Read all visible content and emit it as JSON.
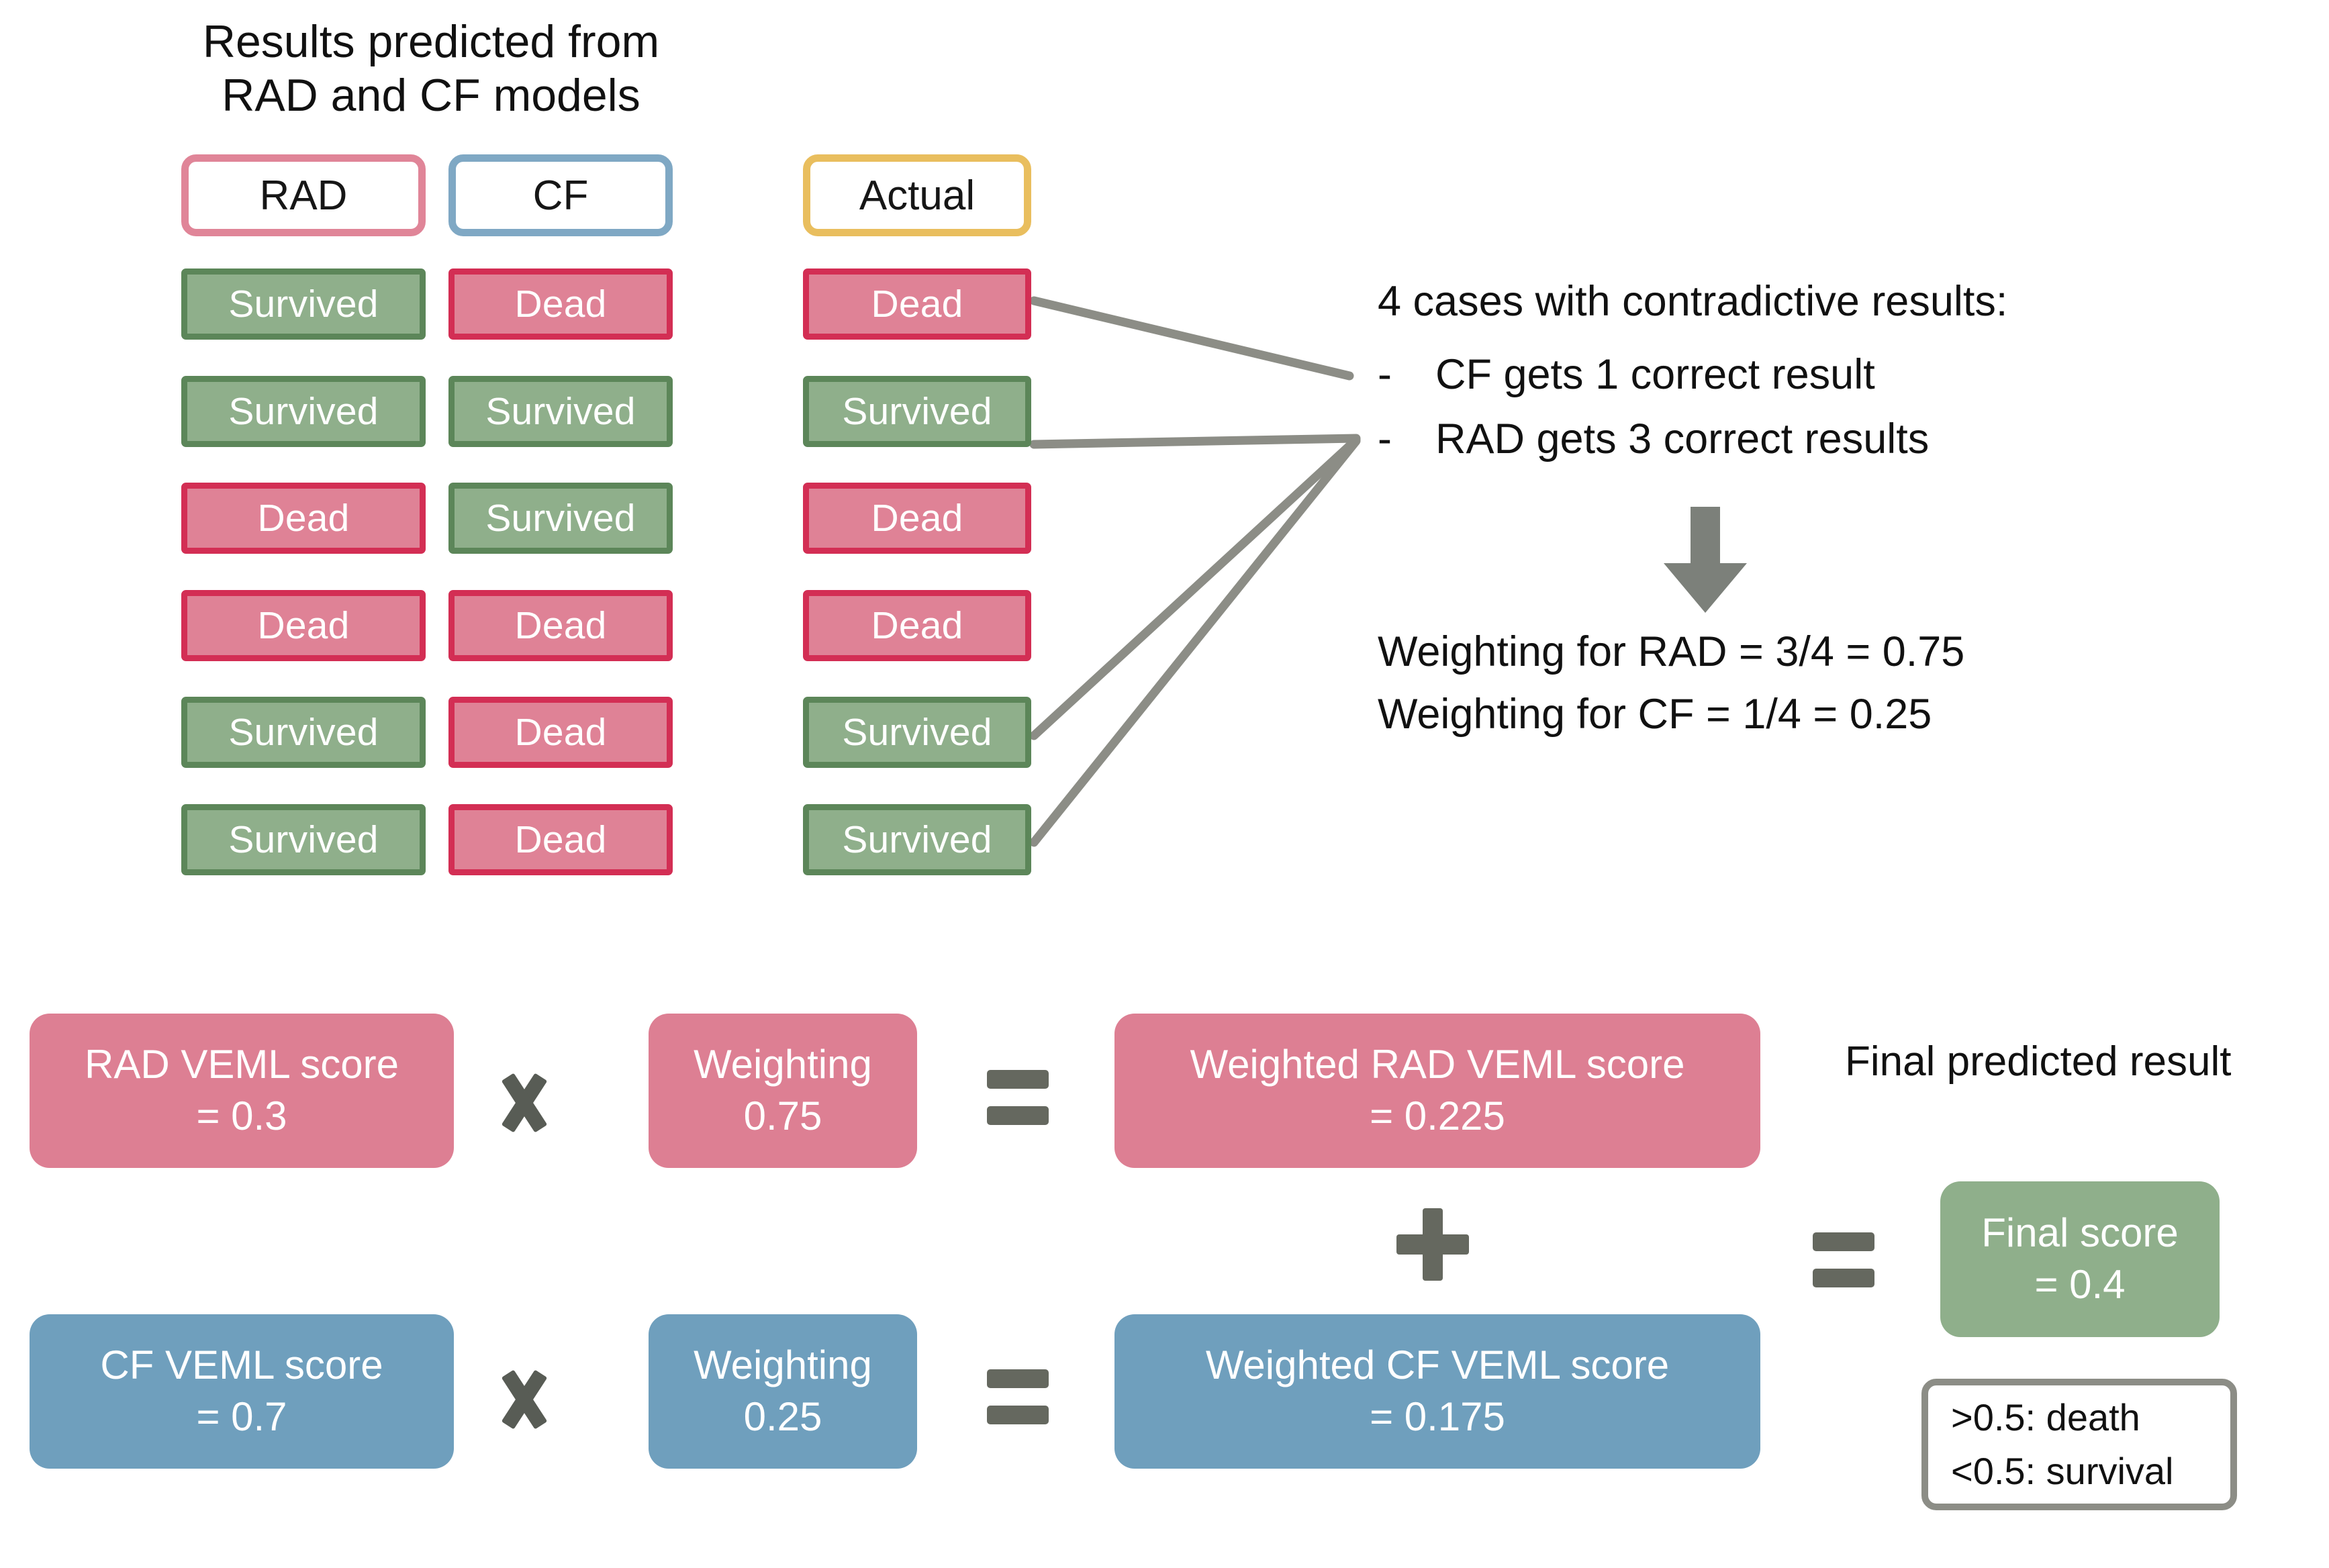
{
  "title": {
    "line1": "Results predicted from",
    "line2": "RAD and CF models"
  },
  "table": {
    "headers": [
      "RAD",
      "CF",
      "Actual"
    ],
    "rows": [
      {
        "rad": "Survived",
        "cf": "Dead",
        "actual": "Dead"
      },
      {
        "rad": "Survived",
        "cf": "Survived",
        "actual": "Survived"
      },
      {
        "rad": "Dead",
        "cf": "Survived",
        "actual": "Dead"
      },
      {
        "rad": "Dead",
        "cf": "Dead",
        "actual": "Dead"
      },
      {
        "rad": "Survived",
        "cf": "Dead",
        "actual": "Survived"
      },
      {
        "rad": "Survived",
        "cf": "Dead",
        "actual": "Survived"
      }
    ]
  },
  "notes": {
    "heading": "4 cases with contradictive results:",
    "bullet_marker": "-",
    "bullet1": "CF gets 1 correct result",
    "bullet2": "RAD gets 3 correct results",
    "weight_rad": "Weighting for RAD = 3/4 = 0.75",
    "weight_cf": "Weighting for CF = 1/4 = 0.25"
  },
  "equations": {
    "rad_row": {
      "score_l1": "RAD VEML score",
      "score_l2": "= 0.3",
      "times": "×",
      "weight_l1": "Weighting",
      "weight_l2": "0.75",
      "equals": "=",
      "weighted_l1": "Weighted RAD VEML score",
      "weighted_l2": "= 0.225"
    },
    "plus": "+",
    "cf_row": {
      "score_l1": "CF VEML score",
      "score_l2": "= 0.7",
      "times": "×",
      "weight_l1": "Weighting",
      "weight_l2": "0.25",
      "equals": "=",
      "weighted_l1": "Weighted CF VEML score",
      "weighted_l2": "= 0.175"
    },
    "final": {
      "caption": "Final predicted result",
      "equals": "=",
      "score_l1": "Final score",
      "score_l2": "= 0.4"
    },
    "legend": {
      "line1": ">0.5: death",
      "line2": "<0.5: survival"
    }
  },
  "colors": {
    "green_fill": "#8FAF8B",
    "green_border": "#5C8659",
    "red_fill": "#DF8296",
    "red_border": "#D32E54",
    "rad_accent": "#E08598",
    "cf_accent": "#7FA8C4",
    "actual_accent": "#E9BE5E",
    "pink_box": "#DD7F93",
    "blue_box": "#6F9FBD",
    "gray_operator": "#65685F",
    "connector_line": "#8C8D86"
  }
}
